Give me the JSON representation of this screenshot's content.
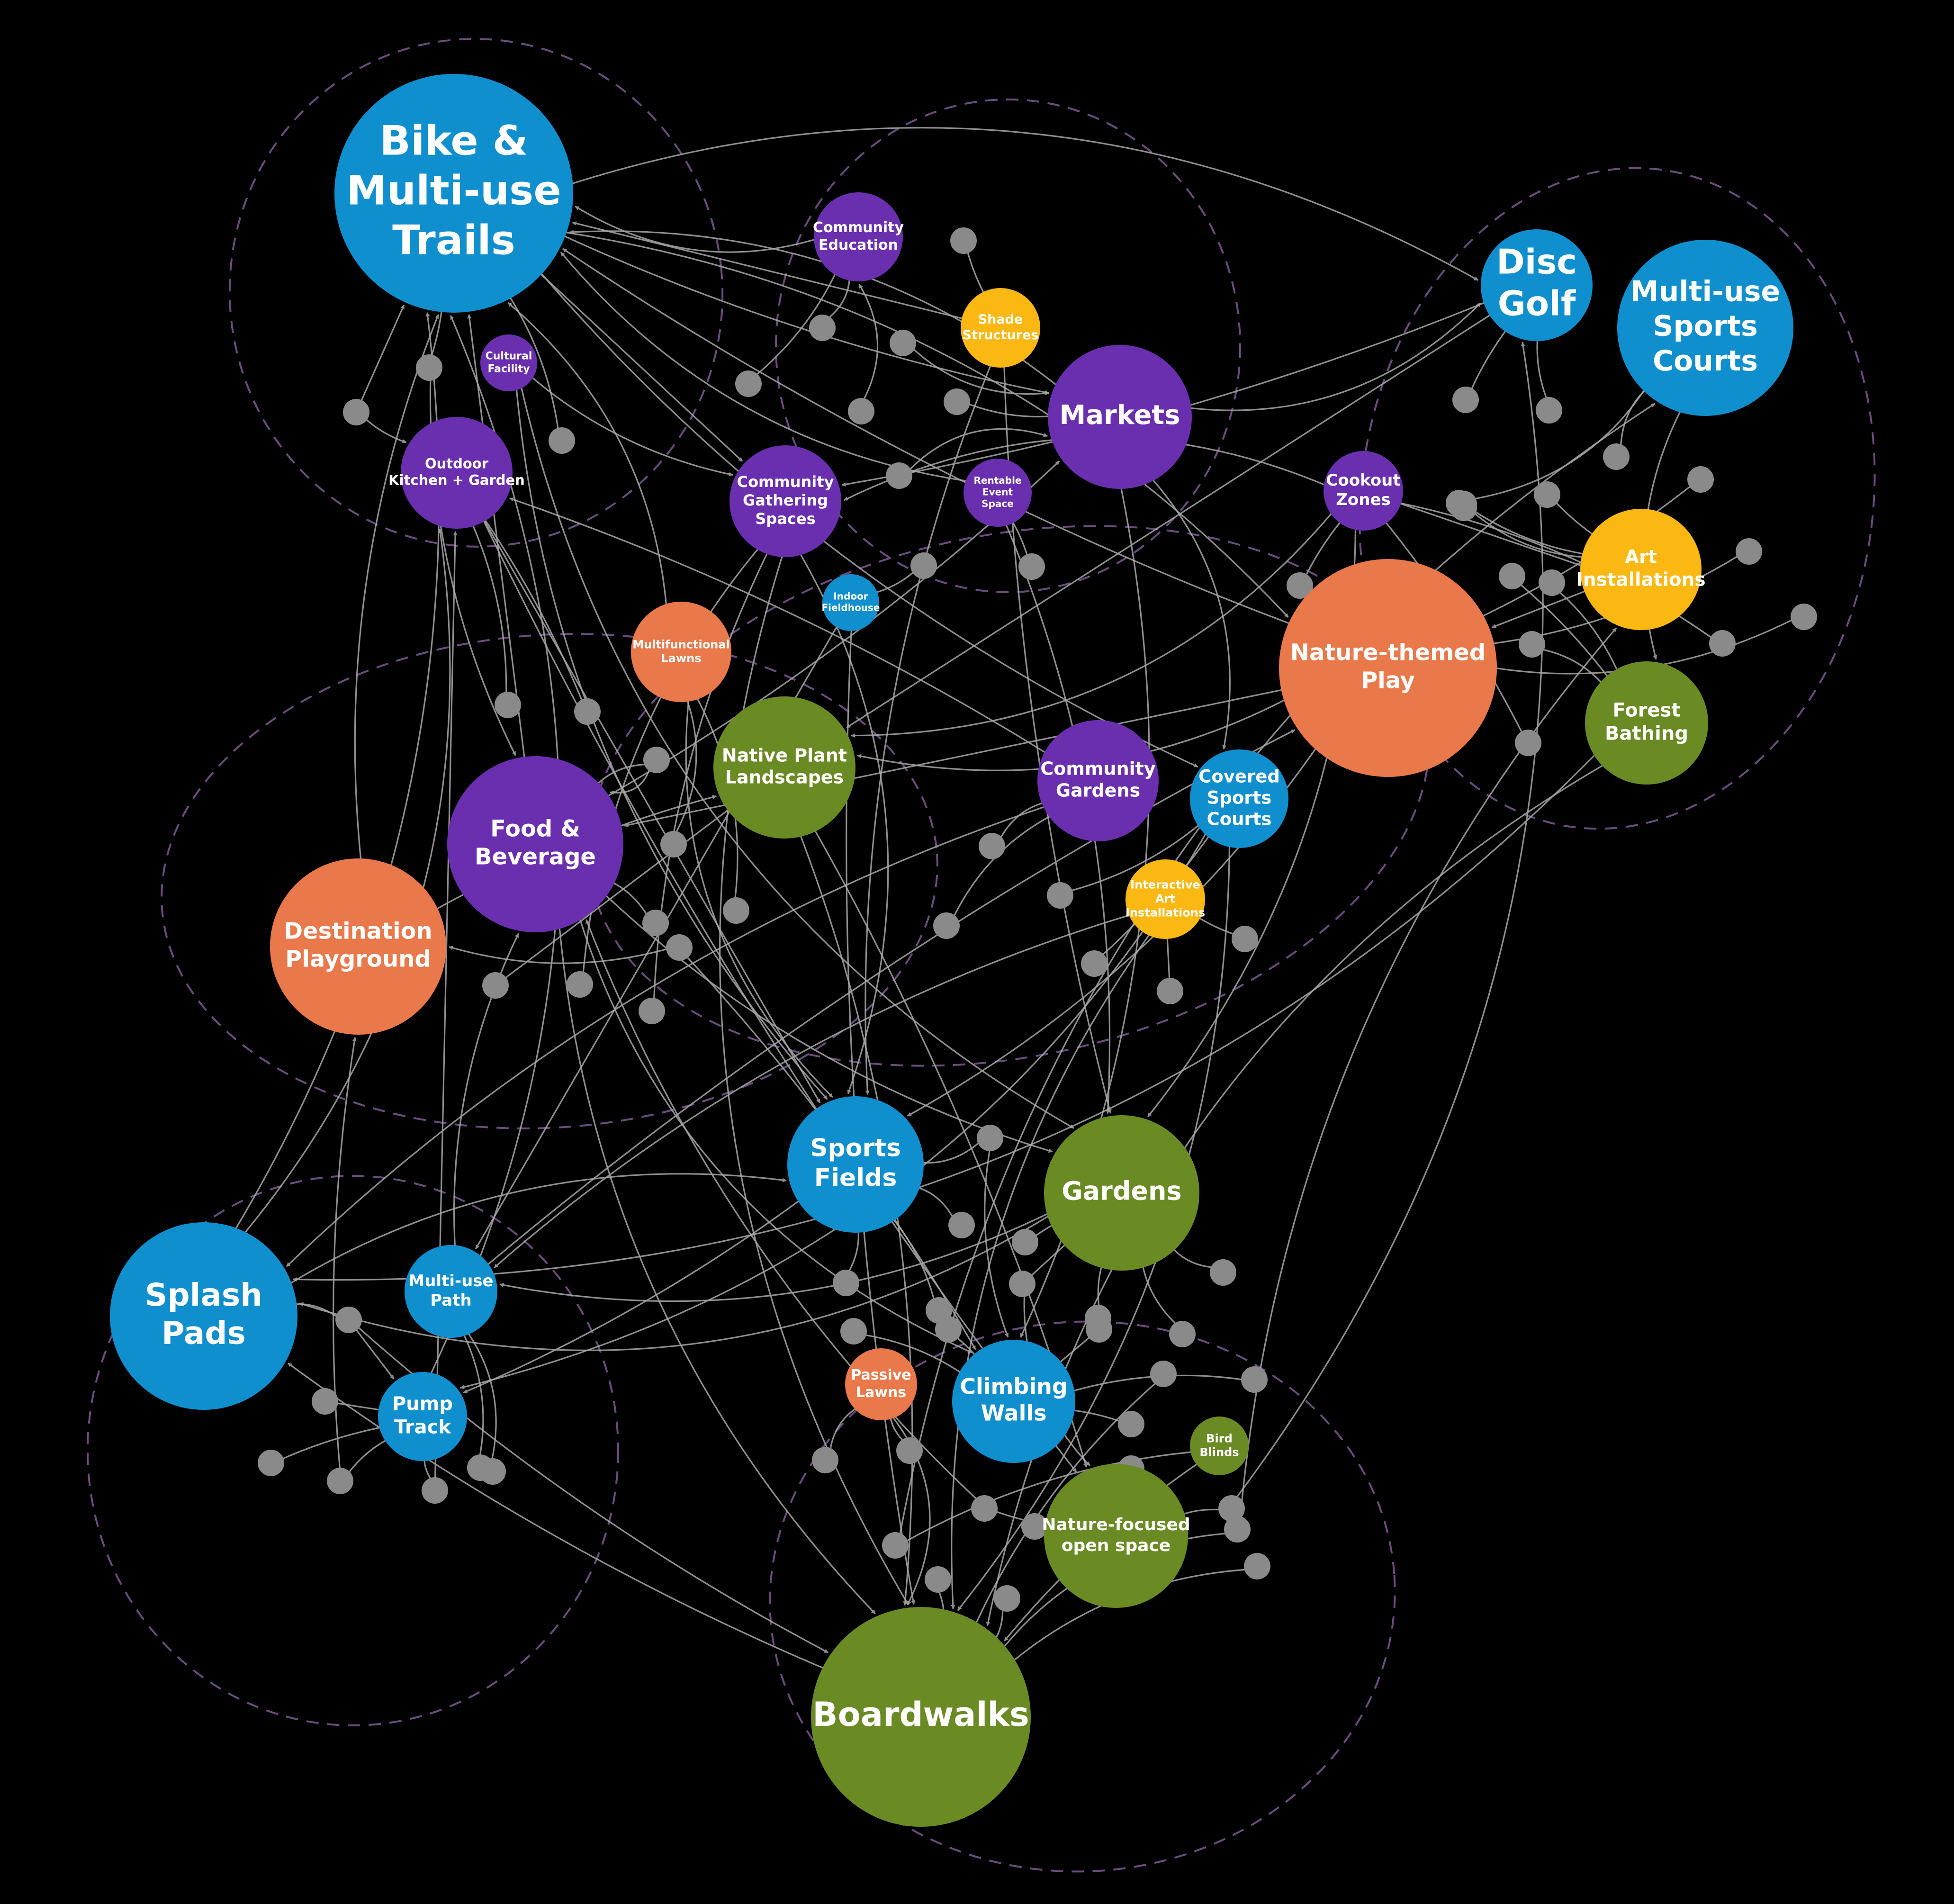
{
  "colors": {
    "background": "#000000",
    "blue": "#0f8fce",
    "purple": "#6a2fae",
    "orange": "#e9784a",
    "yellow": "#fbb812",
    "green": "#6a8a24",
    "link": "#a9a9a9",
    "junction": "#8a8a8a",
    "cluster": "#6c4c7e"
  },
  "nodes": [
    {
      "id": "bike-trails",
      "lines": [
        "Bike &",
        "Multi-use",
        "Trails"
      ],
      "color": "blue"
    },
    {
      "id": "community-education",
      "lines": [
        "Community",
        "Education"
      ],
      "color": "purple"
    },
    {
      "id": "shade-structures",
      "lines": [
        "Shade",
        "Structures"
      ],
      "color": "yellow"
    },
    {
      "id": "disc-golf",
      "lines": [
        "Disc",
        "Golf"
      ],
      "color": "blue"
    },
    {
      "id": "multi-use-sports-courts",
      "lines": [
        "Multi-use",
        "Sports",
        "Courts"
      ],
      "color": "blue"
    },
    {
      "id": "cultural-facility",
      "lines": [
        "Cultural",
        "Facility"
      ],
      "color": "purple"
    },
    {
      "id": "outdoor-kitchen",
      "lines": [
        "Outdoor",
        "Kitchen + Garden"
      ],
      "color": "purple"
    },
    {
      "id": "community-gathering",
      "lines": [
        "Community",
        "Gathering",
        "Spaces"
      ],
      "color": "purple"
    },
    {
      "id": "rentable-event-space",
      "lines": [
        "Rentable",
        "Event",
        "Space"
      ],
      "color": "purple"
    },
    {
      "id": "markets",
      "lines": [
        "Markets"
      ],
      "color": "purple"
    },
    {
      "id": "cookout-zones",
      "lines": [
        "Cookout",
        "Zones"
      ],
      "color": "purple"
    },
    {
      "id": "indoor-fieldhouse",
      "lines": [
        "Indoor",
        "Fieldhouse"
      ],
      "color": "blue"
    },
    {
      "id": "art-installations",
      "lines": [
        "Art",
        "Installations"
      ],
      "color": "yellow"
    },
    {
      "id": "multifunctional-lawns",
      "lines": [
        "Multifunctional",
        "Lawns"
      ],
      "color": "orange"
    },
    {
      "id": "nature-themed-play",
      "lines": [
        "Nature-themed",
        "Play"
      ],
      "color": "orange"
    },
    {
      "id": "native-plant-landscapes",
      "lines": [
        "Native Plant",
        "Landscapes"
      ],
      "color": "green"
    },
    {
      "id": "forest-bathing",
      "lines": [
        "Forest",
        "Bathing"
      ],
      "color": "green"
    },
    {
      "id": "community-gardens",
      "lines": [
        "Community",
        "Gardens"
      ],
      "color": "purple"
    },
    {
      "id": "covered-sports-courts",
      "lines": [
        "Covered",
        "Sports",
        "Courts"
      ],
      "color": "blue"
    },
    {
      "id": "food-beverage",
      "lines": [
        "Food &",
        "Beverage"
      ],
      "color": "purple"
    },
    {
      "id": "destination-playground",
      "lines": [
        "Destination",
        "Playground"
      ],
      "color": "orange"
    },
    {
      "id": "interactive-art",
      "lines": [
        "Interactive",
        "Art",
        "Installations"
      ],
      "color": "yellow"
    },
    {
      "id": "sports-fields",
      "lines": [
        "Sports",
        "Fields"
      ],
      "color": "blue"
    },
    {
      "id": "gardens",
      "lines": [
        "Gardens"
      ],
      "color": "green"
    },
    {
      "id": "splash-pads",
      "lines": [
        "Splash",
        "Pads"
      ],
      "color": "blue"
    },
    {
      "id": "multi-use-path",
      "lines": [
        "Multi-use",
        "Path"
      ],
      "color": "blue"
    },
    {
      "id": "passive-lawns",
      "lines": [
        "Passive",
        "Lawns"
      ],
      "color": "orange"
    },
    {
      "id": "climbing-walls",
      "lines": [
        "Climbing",
        "Walls"
      ],
      "color": "blue"
    },
    {
      "id": "pump-track",
      "lines": [
        "Pump",
        "Track"
      ],
      "color": "blue"
    },
    {
      "id": "bird-blinds",
      "lines": [
        "Bird",
        "Blinds"
      ],
      "color": "green"
    },
    {
      "id": "nature-focused-open-space",
      "lines": [
        "Nature-focused",
        "open space"
      ],
      "color": "green"
    },
    {
      "id": "boardwalks",
      "lines": [
        "Boardwalks"
      ],
      "color": "green"
    }
  ]
}
